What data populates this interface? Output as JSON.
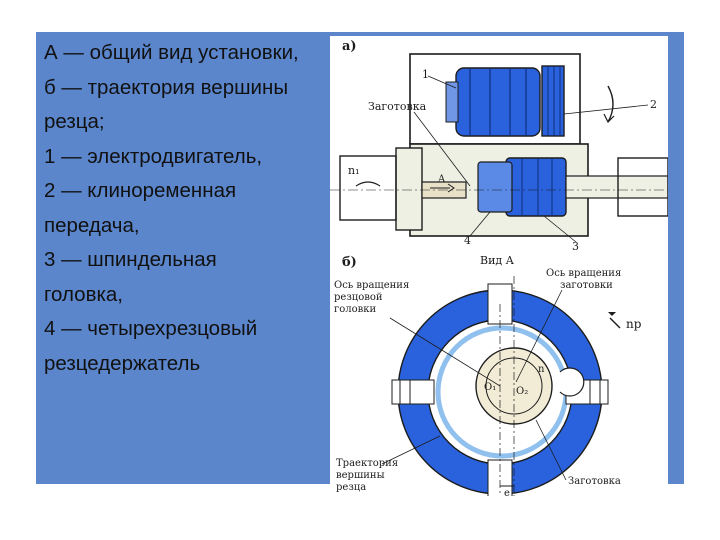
{
  "caption": {
    "lines": [
      "А — общий вид установки,",
      " б — траектория вершины",
      "резца;",
      "1 — электродвигатель,",
      " 2 — клиноременная",
      "передача,",
      " 3 — шпиндельная",
      " головка,",
      "4 — четырехрезцовый",
      "резцедержатель"
    ]
  },
  "figure": {
    "part_a": {
      "label": "а)",
      "num_1": "1",
      "num_2": "2",
      "num_3": "3",
      "num_4": "4",
      "workpiece": "Заготовка",
      "speed": "n₁",
      "view_marker": "A"
    },
    "part_b": {
      "label": "б)",
      "view_title": "Вид А",
      "axis_head": [
        "Ось вращения",
        "резцовой",
        "головки"
      ],
      "axis_workpiece": [
        "Ось вращения",
        "заготовки"
      ],
      "head_speed": "nр",
      "inner_speed": "n",
      "o1": "O₁",
      "o2": "O₂",
      "trajectory": [
        "Траектория",
        "вершины",
        "резца"
      ],
      "workpiece": "Заготовка",
      "offset": "e"
    },
    "colors": {
      "blue": "#2a62dd",
      "light_blue": "#8fc0ee",
      "ink": "#1c1c1c",
      "pale": "#eef0e4"
    }
  }
}
